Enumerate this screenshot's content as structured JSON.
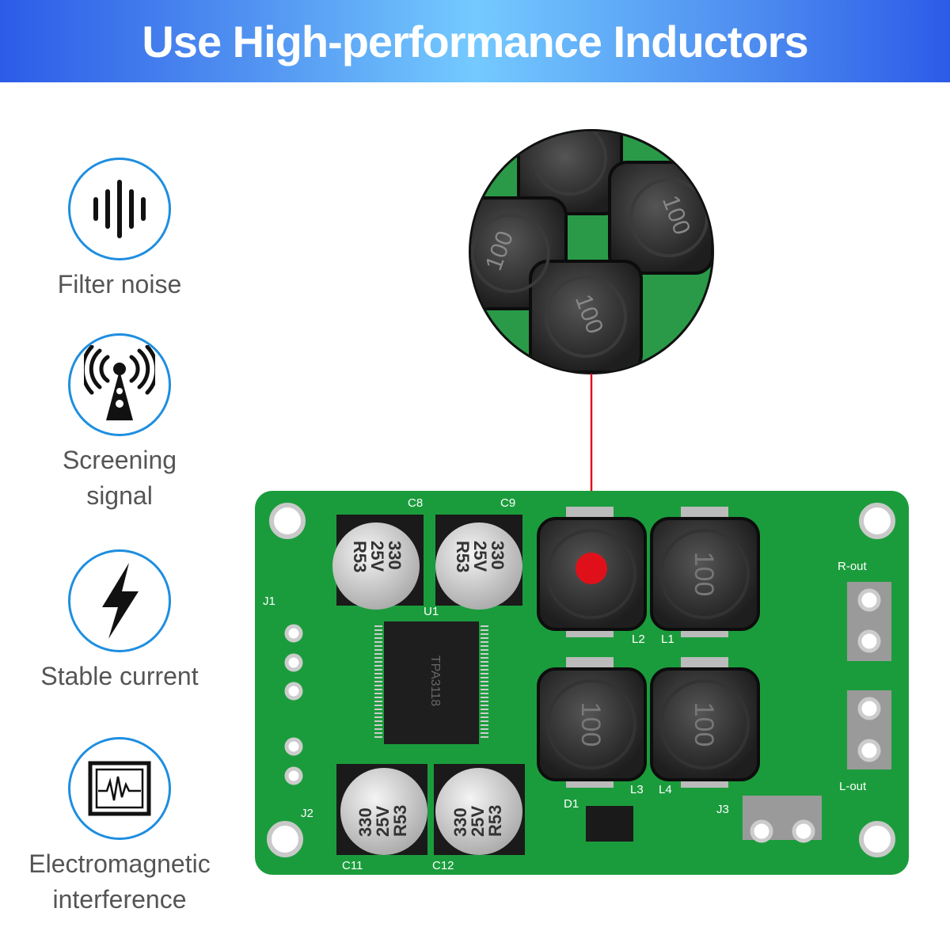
{
  "header": {
    "title": "Use High-performance Inductors"
  },
  "features": [
    {
      "icon": "sound-wave-icon",
      "label_lines": [
        "Filter noise"
      ]
    },
    {
      "icon": "signal-tower-icon",
      "label_lines": [
        "Screening",
        "signal"
      ]
    },
    {
      "icon": "lightning-bolt-icon",
      "label_lines": [
        "Stable current"
      ]
    },
    {
      "icon": "waveform-monitor-icon",
      "label_lines": [
        "Electromagnetic",
        "interference"
      ]
    }
  ],
  "colors": {
    "accent_blue": "#1e8ee0",
    "pcb_green": "#1b9c3c",
    "marker_red": "#e0101a"
  },
  "pcb": {
    "inductor_marking": "100",
    "capacitor_marking": [
      "330",
      "25V",
      "R53"
    ],
    "labels": {
      "r_out": "R-out",
      "l_out": "L-out",
      "j1": "J1",
      "j2": "J2",
      "j3": "J3",
      "u1": "U1",
      "l1": "L1",
      "l2": "L2",
      "l3": "L3",
      "l4": "L4",
      "c8": "C8",
      "c9": "C9",
      "c11": "C11",
      "c12": "C12",
      "d1": "D1",
      "chip": "TPA3118"
    }
  }
}
